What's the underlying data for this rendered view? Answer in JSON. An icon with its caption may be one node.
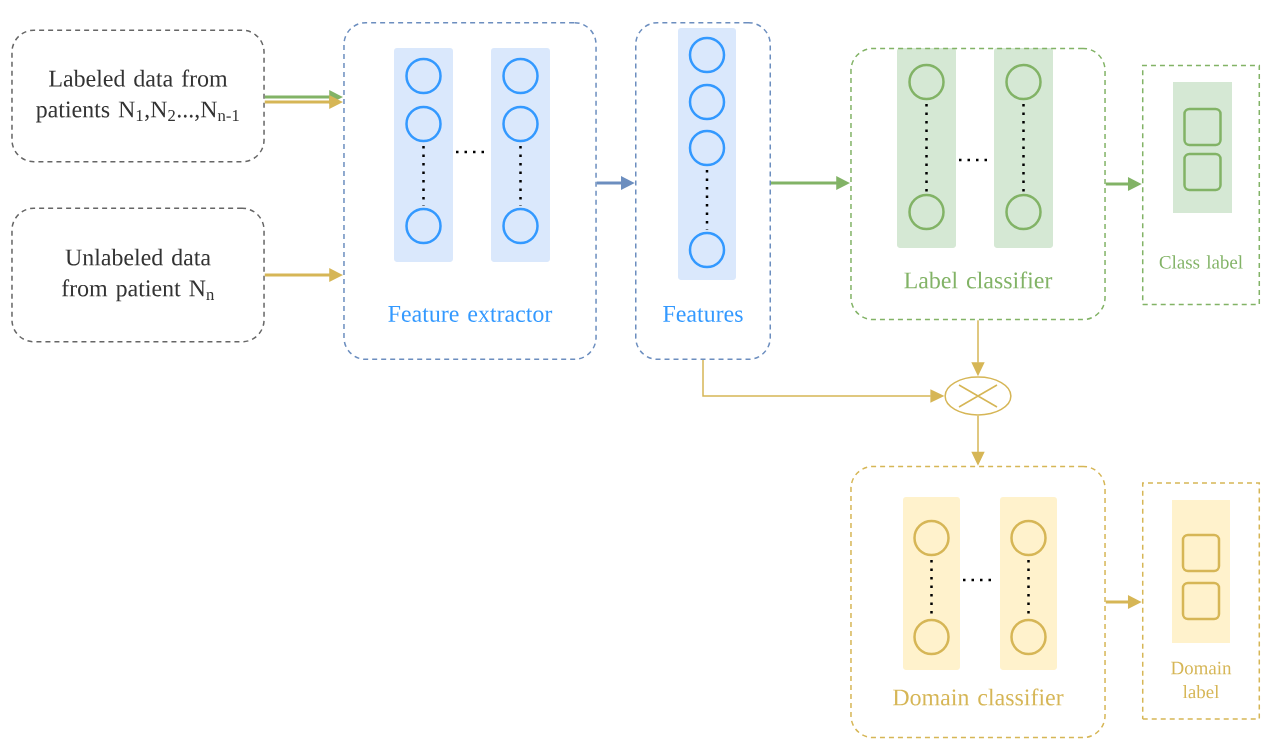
{
  "diagram": {
    "nodes": [
      {
        "text": [
          "Labeled data from patients N$_{1}$,N$_{2}$...,N$_{n-1}$"
        ]
      },
      {
        "text": [
          "Unlabeled data from patient N$_{n}$"
        ]
      },
      {
        "text": [
          "Feature extractor"
        ]
      },
      {
        "text": [
          "Features"
        ]
      },
      {
        "text": [
          "Label classifier"
        ]
      },
      {
        "text": [
          "Class label"
        ]
      },
      {
        "text": [],
        "shape": "circle"
      },
      {
        "text": [
          "Domain classifier"
        ]
      },
      {
        "text": [
          "Domain label"
        ]
      }
    ],
    "edges": [
      {
        "from": 0,
        "to": 2,
        "arrow": "to",
        "color": "#82b366"
      },
      {
        "from": 0,
        "to": 2,
        "arrow": "to"
      },
      {
        "from": 1,
        "to": 2,
        "arrow": "to"
      },
      {
        "from": 2,
        "to": 3,
        "arrow": "to",
        "color": "#6c8ebf"
      },
      {
        "from": 3,
        "to": 4,
        "arrow": "to",
        "color": "#82b366"
      },
      {
        "from": 4,
        "to": 5,
        "arrow": "to",
        "color": "#82b366"
      },
      {
        "from": 4,
        "to": 6,
        "arrow": "to"
      },
      {
        "from": 3,
        "to": 6,
        "arrow": "to"
      },
      {
        "from": 6,
        "to": 7,
        "arrow": "to"
      },
      {
        "from": 7,
        "to": 8,
        "arrow": "to"
      }
    ]
  }
}
